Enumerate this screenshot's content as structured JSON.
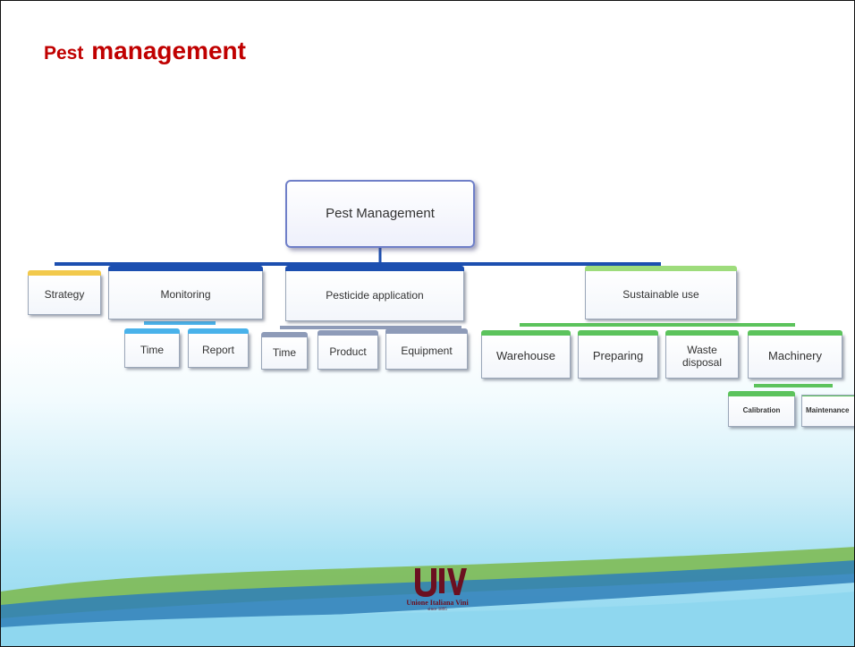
{
  "slide": {
    "title_part1": "Pest",
    "title_part2": "management"
  },
  "diagram": {
    "root": "Pest Management",
    "categories": {
      "strategy": "Strategy",
      "monitoring": "Monitoring",
      "pesticide_application": "Pesticide application",
      "sustainable_use": "Sustainable use"
    },
    "monitoring_children": [
      "Time",
      "Report"
    ],
    "pesticide_children": [
      "Time",
      "Product",
      "Equipment"
    ],
    "sustainable_children": [
      "Warehouse",
      "Preparing",
      "Waste disposal",
      "Machinery"
    ],
    "machinery_children": [
      "Calibration",
      "Maintenance"
    ]
  },
  "logo": {
    "name": "Unione Italiana Vini",
    "since": "since 1895"
  },
  "colors": {
    "title": "#c00000",
    "connector_dark": "#1c4fb0",
    "connector_light": "#49b2ea",
    "connector_green": "#5cc35c",
    "wave_green": "#7cb84a",
    "wave_blue": "#2f7fb8"
  }
}
